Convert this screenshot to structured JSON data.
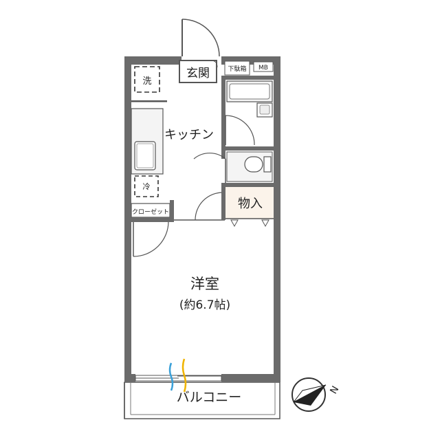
{
  "rooms": {
    "entrance": "玄関",
    "shoe_box": "下駄箱",
    "mb": "MB",
    "washer": "洗",
    "kitchen": "キッチン",
    "fridge": "冷",
    "closet": "クローゼット",
    "storage": "物入",
    "western_room": "洋室",
    "western_room_size": "(約6.7帖)",
    "balcony": "バルコニー"
  },
  "compass": {
    "north_label": "N"
  },
  "colors": {
    "wall": "#6b6b6b",
    "fixture_fill": "#f4f4f4",
    "storage_fill": "#fbf3ea",
    "line": "#555555",
    "dash": "#333333",
    "accent_blue": "#3aa0d8",
    "accent_yellow": "#f0b400"
  }
}
